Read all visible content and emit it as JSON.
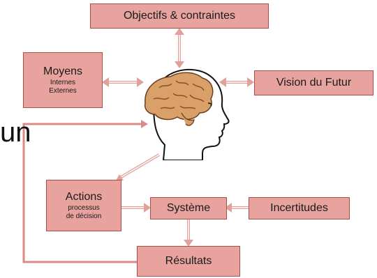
{
  "boxes": {
    "objectifs": {
      "title": "Objectifs & contraintes"
    },
    "moyens": {
      "title": "Moyens",
      "lines": [
        "Internes",
        "Externes"
      ]
    },
    "vision": {
      "title": "Vision du Futur"
    },
    "actions": {
      "title": "Actions",
      "lines": [
        "processus",
        "de décision"
      ]
    },
    "systeme": {
      "title": "Système"
    },
    "incertitudes": {
      "title": "Incertitudes"
    },
    "resultats": {
      "title": "Résultats"
    }
  },
  "background_text": "un",
  "colors": {
    "box_fill": "#e8a39f",
    "box_border": "#b04a44",
    "arrow": "#e2a09c",
    "feedback_line": "#d98b87",
    "brain": "#d9a06a"
  },
  "icons": [
    "head-with-brain-icon"
  ]
}
